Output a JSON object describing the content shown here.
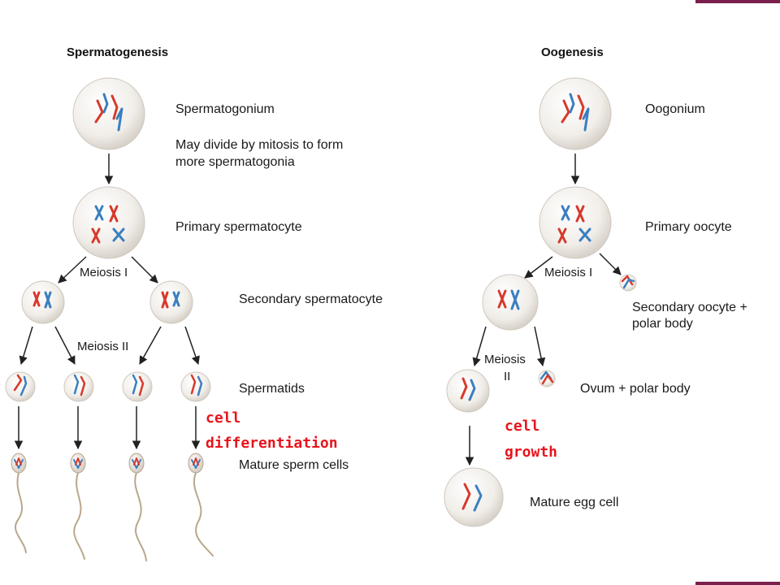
{
  "spermatogenesis": {
    "title": "Spermatogenesis",
    "spermatogonium": "Spermatogonium",
    "mitosis_note_line1": "May divide by mitosis to form",
    "mitosis_note_line2": "more spermatogonia",
    "primary": "Primary spermatocyte",
    "meiosis1": "Meiosis I",
    "secondary": "Secondary spermatocyte",
    "meiosis2": "Meiosis II",
    "spermatids": "Spermatids",
    "mature": "Mature sperm cells"
  },
  "oogenesis": {
    "title": "Oogenesis",
    "oogonium": "Oogonium",
    "primary": "Primary oocyte",
    "meiosis1": "Meiosis I",
    "secondary_line1": "Secondary oocyte +",
    "secondary_line2": "polar body",
    "meiosis2_line1": "Meiosis",
    "meiosis2_line2": "II",
    "ovum": "Ovum + polar body",
    "mature": "Mature egg cell"
  },
  "annotations": {
    "cell_differentiation_line1": "cell",
    "cell_differentiation_line2": "differentiation",
    "cell_growth_line1": "cell",
    "cell_growth_line2": "growth"
  },
  "colors": {
    "annotation": "#e8141b",
    "chromosome_maternal": "#d8392b",
    "chromosome_paternal": "#3a7fc0",
    "corner_accent": "#7a1f4e"
  }
}
